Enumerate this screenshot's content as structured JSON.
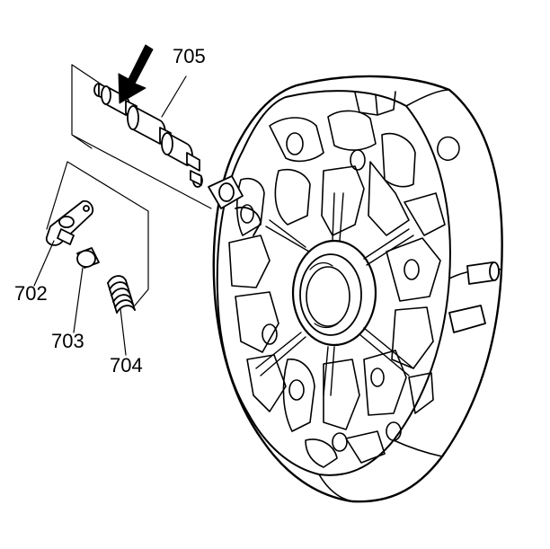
{
  "callouts": {
    "part_705": "705",
    "part_702": "702",
    "part_703": "703",
    "part_704": "704"
  },
  "colors": {
    "ink": "#000000",
    "paper": "#ffffff"
  },
  "icons": {
    "direction_arrow": "arrow-down-left-icon"
  }
}
